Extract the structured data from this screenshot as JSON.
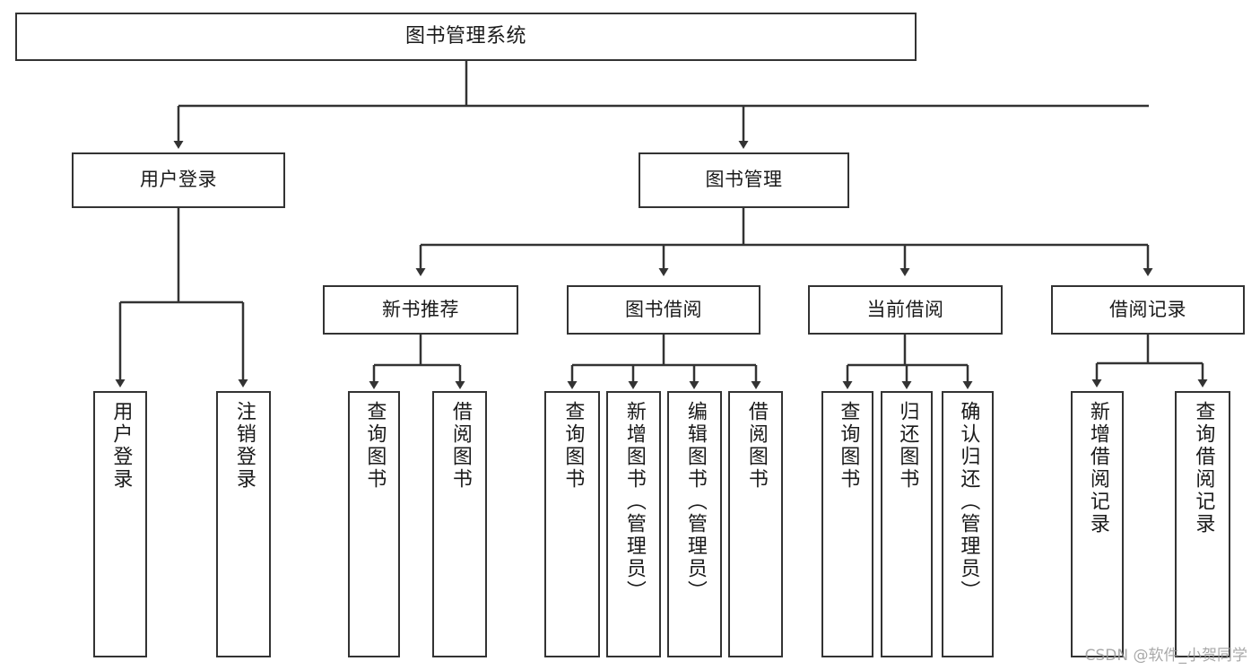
{
  "diagram": {
    "type": "tree-structure-chart",
    "title": "图书管理系统",
    "watermark": "CSDN @软件_小贺同学",
    "colors": {
      "border": "#333333",
      "background": "#ffffff",
      "text": "#1a1a1a",
      "edge": "#333333",
      "watermark": "#9a9a9a"
    },
    "nodes": {
      "root": {
        "label": "图书管理系统"
      },
      "level1": [
        {
          "label": "用户登录"
        },
        {
          "label": "图书管理"
        }
      ],
      "level2": [
        {
          "label": "新书推荐"
        },
        {
          "label": "图书借阅"
        },
        {
          "label": "当前借阅"
        },
        {
          "label": "借阅记录"
        }
      ],
      "leaves": {
        "user_login": [
          {
            "label": "用户登录"
          },
          {
            "label": "注销登录"
          }
        ],
        "new_book_recommend": [
          {
            "label": "查询图书"
          },
          {
            "label": "借阅图书"
          }
        ],
        "book_borrow": [
          {
            "label": "查询图书"
          },
          {
            "label": "新增图书（管理员）"
          },
          {
            "label": "编辑图书（管理员）"
          },
          {
            "label": "借阅图书"
          }
        ],
        "current_borrow": [
          {
            "label": "查询图书"
          },
          {
            "label": "归还图书"
          },
          {
            "label": "确认归还（管理员）"
          }
        ],
        "borrow_record": [
          {
            "label": "新增借阅记录"
          },
          {
            "label": "查询借阅记录"
          }
        ]
      }
    }
  }
}
